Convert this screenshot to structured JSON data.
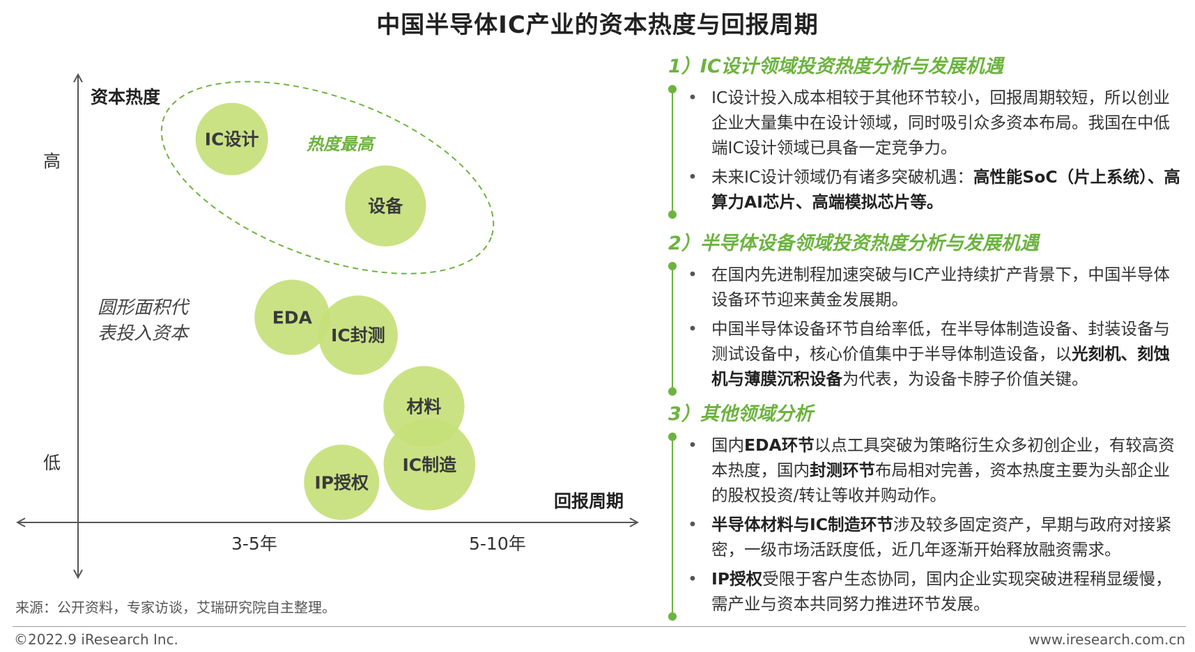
{
  "title": "中国半导体IC产业的资本热度与回报周期",
  "chart_data": {
    "type": "bubble",
    "y_axis_title": "资本热度",
    "x_axis_title": "回报周期",
    "y_ticks": [
      "高",
      "低"
    ],
    "x_ticks": [
      "3-5年",
      "5-10年"
    ],
    "hot_zone_label": "热度最高",
    "size_note_line1": "圆形面积代",
    "size_note_line2": "表投入资本",
    "points": [
      {
        "label": "IC设计",
        "x": 0.28,
        "y": 0.86,
        "size": 1.0
      },
      {
        "label": "设备",
        "x": 0.56,
        "y": 0.71,
        "size": 1.25
      },
      {
        "label": "EDA",
        "x": 0.39,
        "y": 0.46,
        "size": 1.08
      },
      {
        "label": "IC封测",
        "x": 0.51,
        "y": 0.42,
        "size": 1.2
      },
      {
        "label": "材料",
        "x": 0.63,
        "y": 0.26,
        "size": 1.25
      },
      {
        "label": "IC制造",
        "x": 0.64,
        "y": 0.13,
        "size": 1.6
      },
      {
        "label": "IP授权",
        "x": 0.48,
        "y": 0.09,
        "size": 1.08
      }
    ],
    "bubble_color": "#c5df7a"
  },
  "sections": [
    {
      "heading": "1）IC设计领域投资热度分析与发展机遇",
      "bullets": [
        [
          {
            "t": "IC设计投入成本相较于其他环节较小，回报周期较短，所以创业企业大量集中在设计领域，同时吸引众多资本布局。我国在中低端IC设计领域已具备一定竞争力。",
            "b": false
          }
        ],
        [
          {
            "t": "未来IC设计领域仍有诸多突破机遇：",
            "b": false
          },
          {
            "t": "高性能SoC（片上系统）、高算力AI芯片、高端模拟芯片等。",
            "b": true
          }
        ]
      ]
    },
    {
      "heading": "2）半导体设备领域投资热度分析与发展机遇",
      "bullets": [
        [
          {
            "t": "在国内先进制程加速突破与IC产业持续扩产背景下，中国半导体设备环节迎来黄金发展期。",
            "b": false
          }
        ],
        [
          {
            "t": "中国半导体设备环节自给率低，在半导体制造设备、封装设备与测试设备中，核心价值集中于半导体制造设备，以",
            "b": false
          },
          {
            "t": "光刻机、刻蚀机与薄膜沉积设备",
            "b": true
          },
          {
            "t": "为代表，为设备卡脖子价值关键。",
            "b": false
          }
        ]
      ]
    },
    {
      "heading": "3）其他领域分析",
      "bullets": [
        [
          {
            "t": "国内",
            "b": false
          },
          {
            "t": "EDA环节",
            "b": true
          },
          {
            "t": "以点工具突破为策略衍生众多初创企业，有较高资本热度，国内",
            "b": false
          },
          {
            "t": "封测环节",
            "b": true
          },
          {
            "t": "布局相对完善，资本热度主要为头部企业的股权投资/转让等收并购动作。",
            "b": false
          }
        ],
        [
          {
            "t": "半导体材料与IC制造环节",
            "b": true
          },
          {
            "t": "涉及较多固定资产，早期与政府对接紧密，一级市场活跃度低，近几年逐渐开始释放融资需求。",
            "b": false
          }
        ],
        [
          {
            "t": "IP授权",
            "b": true
          },
          {
            "t": "受限于客户生态协同，国内企业实现突破进程稍显缓慢，需产业与资本共同努力推进环节发展。",
            "b": false
          }
        ]
      ]
    }
  ],
  "source": "来源：公开资料，专家访谈，艾瑞研究院自主整理。",
  "copyright": "©2022.9 iResearch Inc.",
  "website": "www.iresearch.com.cn",
  "colors": {
    "accent": "#6db33f",
    "bubble": "#c5df7a"
  }
}
